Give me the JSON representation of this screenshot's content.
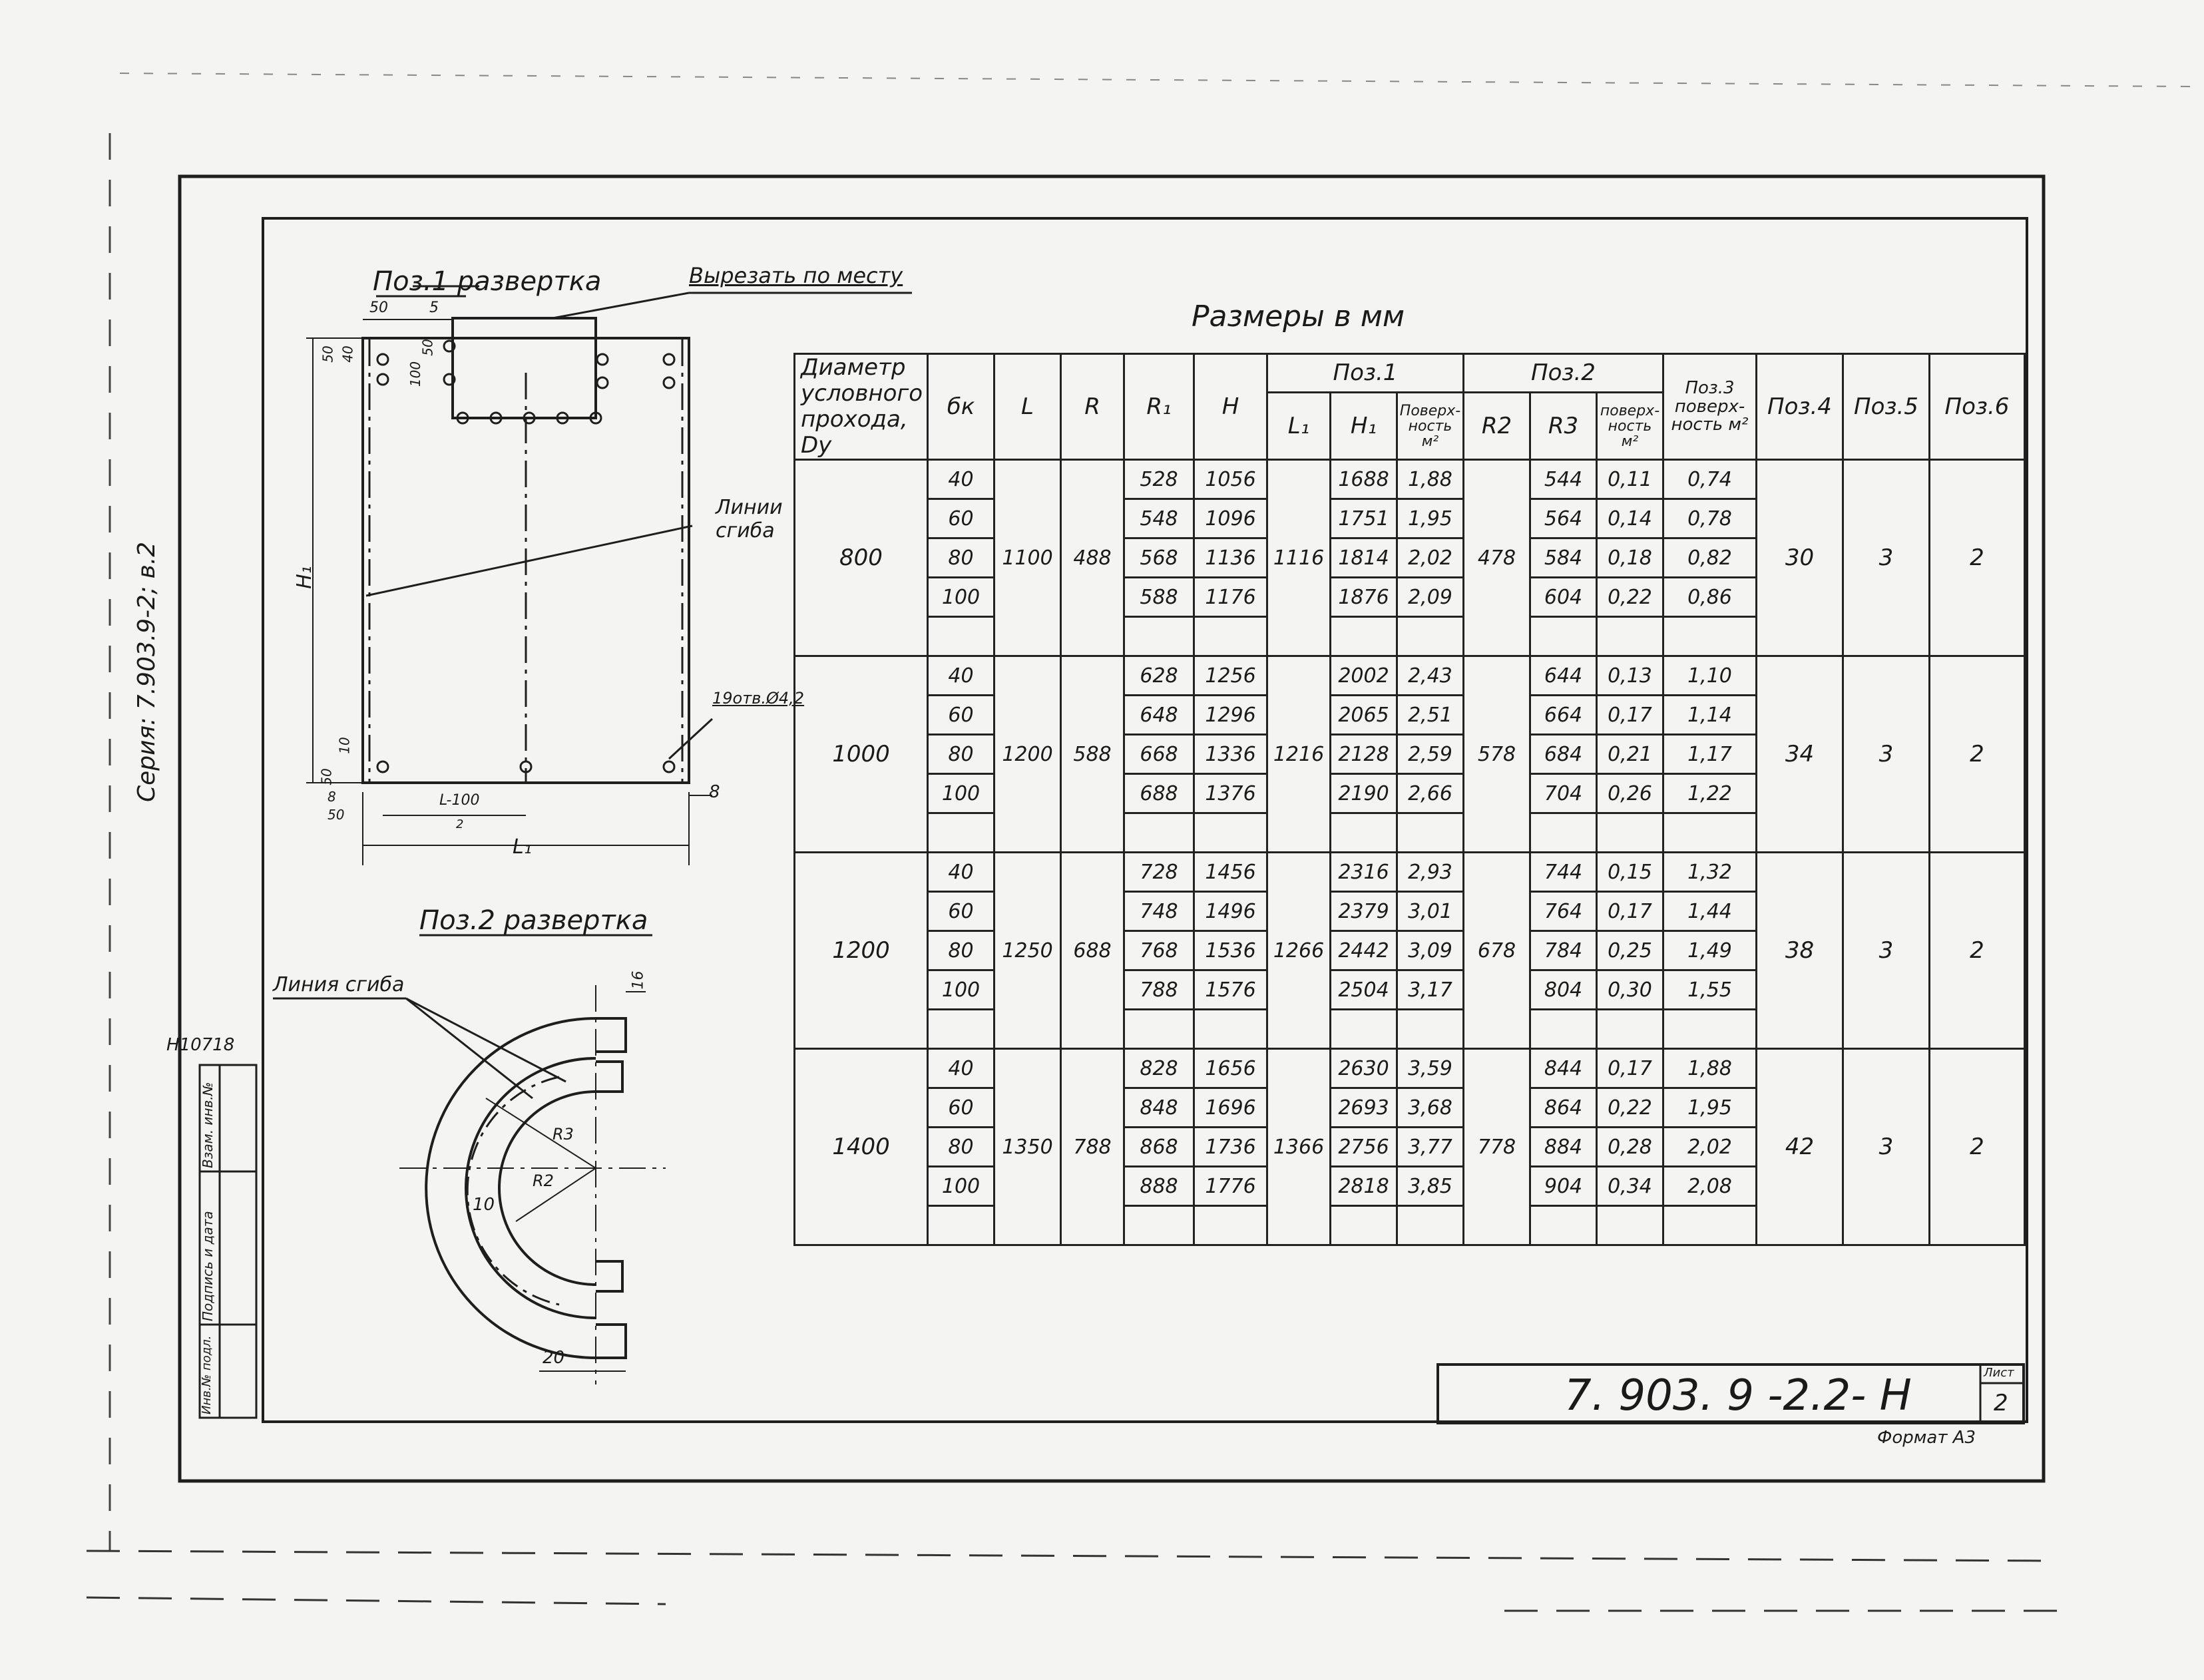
{
  "drawing": {
    "sheet_label": "Лист",
    "sheet_number": "2",
    "code": "7. 903. 9 -2.2- Н",
    "format": "Формат А3",
    "series": "Серия: 7.903.9-2; в.2",
    "inventory": "Н10718",
    "stamp_cols": [
      "Инв.№ подл.",
      "Подпись и дата",
      "Взам. инв.№"
    ]
  },
  "pos1_view": {
    "title": "Поз.1  развертка",
    "cut_note": "Вырезать по месту",
    "bend_note_line1": "Линии",
    "bend_note_line2": "сгиба",
    "holes_note": "19отв.Ø4,2",
    "dim_labels": [
      "50",
      "5",
      "50",
      "40",
      "100",
      "50",
      "H₁",
      "50",
      "10",
      "8",
      "50",
      "L-100",
      "2",
      "L₁",
      "8"
    ]
  },
  "pos2_view": {
    "title": "Поз.2  развертка",
    "bend_note": "Линия сгиба",
    "dim_labels": [
      "16",
      "R3",
      "R2",
      "10",
      "20"
    ]
  },
  "table": {
    "title": "Размеры в мм",
    "headers": {
      "du": "Диаметр условного прохода, Dу",
      "bk": "бк",
      "L": "L",
      "R": "R",
      "R1": "R₁",
      "H": "H",
      "pos1": "Поз.1",
      "L1": "L₁",
      "H1": "H₁",
      "surf1": "Поверх-ность м²",
      "pos2": "Поз.2",
      "R2": "R2",
      "R3": "R3",
      "surf2": "поверх-ность м²",
      "pos3": "Поз.3 поверх-ность м²",
      "pos4": "Поз.4",
      "pos5": "Поз.5",
      "pos6": "Поз.6"
    },
    "groups": [
      {
        "du": "800",
        "L": "1100",
        "R": "488",
        "L1": "1116",
        "R2": "478",
        "pos4": "30",
        "pos5": "3",
        "pos6": "2",
        "rows": [
          {
            "bk": "40",
            "R1": "528",
            "H": "1056",
            "H1": "1688",
            "s1": "1,88",
            "R3": "544",
            "s2": "0,11",
            "s3": "0,74"
          },
          {
            "bk": "60",
            "R1": "548",
            "H": "1096",
            "H1": "1751",
            "s1": "1,95",
            "R3": "564",
            "s2": "0,14",
            "s3": "0,78"
          },
          {
            "bk": "80",
            "R1": "568",
            "H": "1136",
            "H1": "1814",
            "s1": "2,02",
            "R3": "584",
            "s2": "0,18",
            "s3": "0,82"
          },
          {
            "bk": "100",
            "R1": "588",
            "H": "1176",
            "H1": "1876",
            "s1": "2,09",
            "R3": "604",
            "s2": "0,22",
            "s3": "0,86"
          }
        ]
      },
      {
        "du": "1000",
        "L": "1200",
        "R": "588",
        "L1": "1216",
        "R2": "578",
        "pos4": "34",
        "pos5": "3",
        "pos6": "2",
        "rows": [
          {
            "bk": "40",
            "R1": "628",
            "H": "1256",
            "H1": "2002",
            "s1": "2,43",
            "R3": "644",
            "s2": "0,13",
            "s3": "1,10"
          },
          {
            "bk": "60",
            "R1": "648",
            "H": "1296",
            "H1": "2065",
            "s1": "2,51",
            "R3": "664",
            "s2": "0,17",
            "s3": "1,14"
          },
          {
            "bk": "80",
            "R1": "668",
            "H": "1336",
            "H1": "2128",
            "s1": "2,59",
            "R3": "684",
            "s2": "0,21",
            "s3": "1,17"
          },
          {
            "bk": "100",
            "R1": "688",
            "H": "1376",
            "H1": "2190",
            "s1": "2,66",
            "R3": "704",
            "s2": "0,26",
            "s3": "1,22"
          }
        ]
      },
      {
        "du": "1200",
        "L": "1250",
        "R": "688",
        "L1": "1266",
        "R2": "678",
        "pos4": "38",
        "pos5": "3",
        "pos6": "2",
        "rows": [
          {
            "bk": "40",
            "R1": "728",
            "H": "1456",
            "H1": "2316",
            "s1": "2,93",
            "R3": "744",
            "s2": "0,15",
            "s3": "1,32"
          },
          {
            "bk": "60",
            "R1": "748",
            "H": "1496",
            "H1": "2379",
            "s1": "3,01",
            "R3": "764",
            "s2": "0,17",
            "s3": "1,44"
          },
          {
            "bk": "80",
            "R1": "768",
            "H": "1536",
            "H1": "2442",
            "s1": "3,09",
            "R3": "784",
            "s2": "0,25",
            "s3": "1,49"
          },
          {
            "bk": "100",
            "R1": "788",
            "H": "1576",
            "H1": "2504",
            "s1": "3,17",
            "R3": "804",
            "s2": "0,30",
            "s3": "1,55"
          }
        ]
      },
      {
        "du": "1400",
        "L": "1350",
        "R": "788",
        "L1": "1366",
        "R2": "778",
        "pos4": "42",
        "pos5": "3",
        "pos6": "2",
        "rows": [
          {
            "bk": "40",
            "R1": "828",
            "H": "1656",
            "H1": "2630",
            "s1": "3,59",
            "R3": "844",
            "s2": "0,17",
            "s3": "1,88"
          },
          {
            "bk": "60",
            "R1": "848",
            "H": "1696",
            "H1": "2693",
            "s1": "3,68",
            "R3": "864",
            "s2": "0,22",
            "s3": "1,95"
          },
          {
            "bk": "80",
            "R1": "868",
            "H": "1736",
            "H1": "2756",
            "s1": "3,77",
            "R3": "884",
            "s2": "0,28",
            "s3": "2,02"
          },
          {
            "bk": "100",
            "R1": "888",
            "H": "1776",
            "H1": "2818",
            "s1": "3,85",
            "R3": "904",
            "s2": "0,34",
            "s3": "2,08"
          }
        ]
      }
    ]
  }
}
